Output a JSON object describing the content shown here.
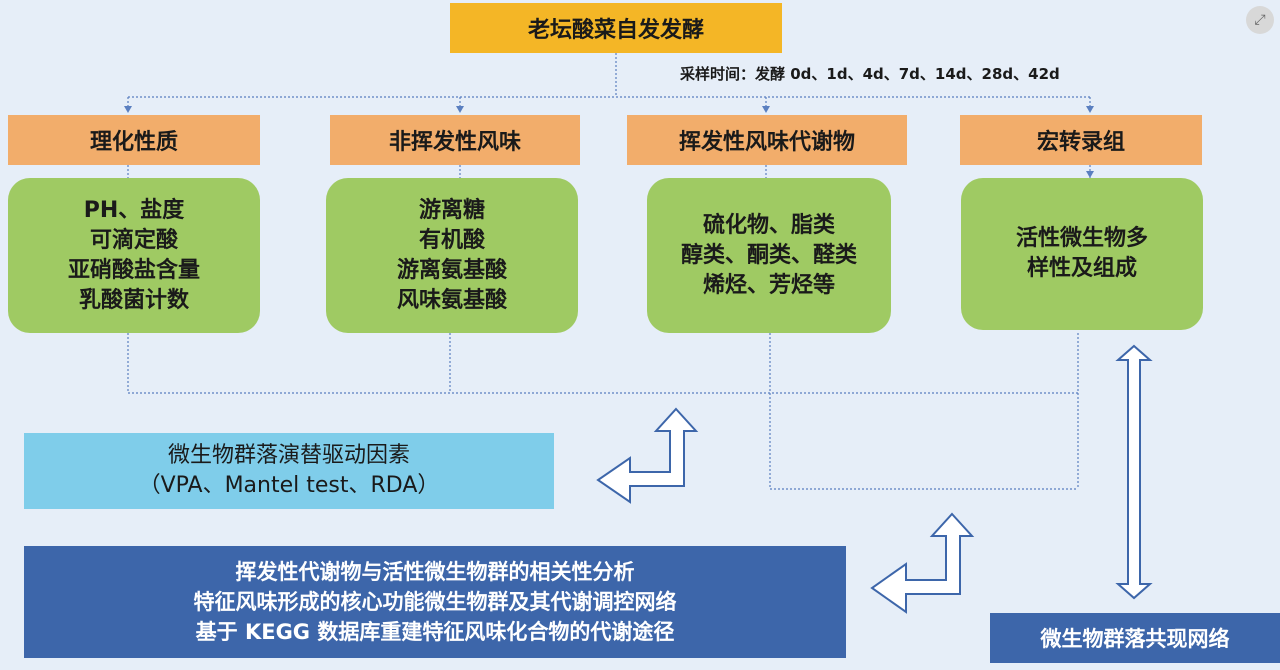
{
  "top_box": {
    "label": "老坛酸菜自发发酵"
  },
  "sampling": {
    "text": "采样时间：发酵 0d、1d、4d、7d、14d、28d、42d"
  },
  "categories": [
    {
      "header": "理化性质",
      "lines": [
        "PH、盐度",
        "可滴定酸",
        "亚硝酸盐含量",
        "乳酸菌计数"
      ]
    },
    {
      "header": "非挥发性风味",
      "lines": [
        "游离糖",
        "有机酸",
        "游离氨基酸",
        "风味氨基酸"
      ]
    },
    {
      "header": "挥发性风味代谢物",
      "lines": [
        "硫化物、脂类",
        "醇类、酮类、醛类",
        "烯烃、芳烃等"
      ]
    },
    {
      "header": "宏转录组",
      "lines": [
        "活性微生物多",
        "样性及组成"
      ]
    }
  ],
  "drivers_box": {
    "lines": [
      "微生物群落演替驱动因素",
      "（VPA、Mantel test、RDA）"
    ]
  },
  "analysis_box": {
    "lines": [
      "挥发性代谢物与活性微生物群的相关性分析",
      "特征风味形成的核心功能微生物群及其代谢调控网络",
      "基于 KEGG 数据库重建特征风味化合物的代谢途径"
    ]
  },
  "network_box": {
    "label": "微生物群落共现网络"
  },
  "colors": {
    "background": "#e6eef8",
    "top": "#f4b626",
    "header": "#f2ad6b",
    "green": "#9fca63",
    "light_blue": "#7fcdea",
    "dark_blue": "#3d66aa",
    "line": "#5a7fc0"
  },
  "icons": {
    "expand": "expand-icon"
  }
}
